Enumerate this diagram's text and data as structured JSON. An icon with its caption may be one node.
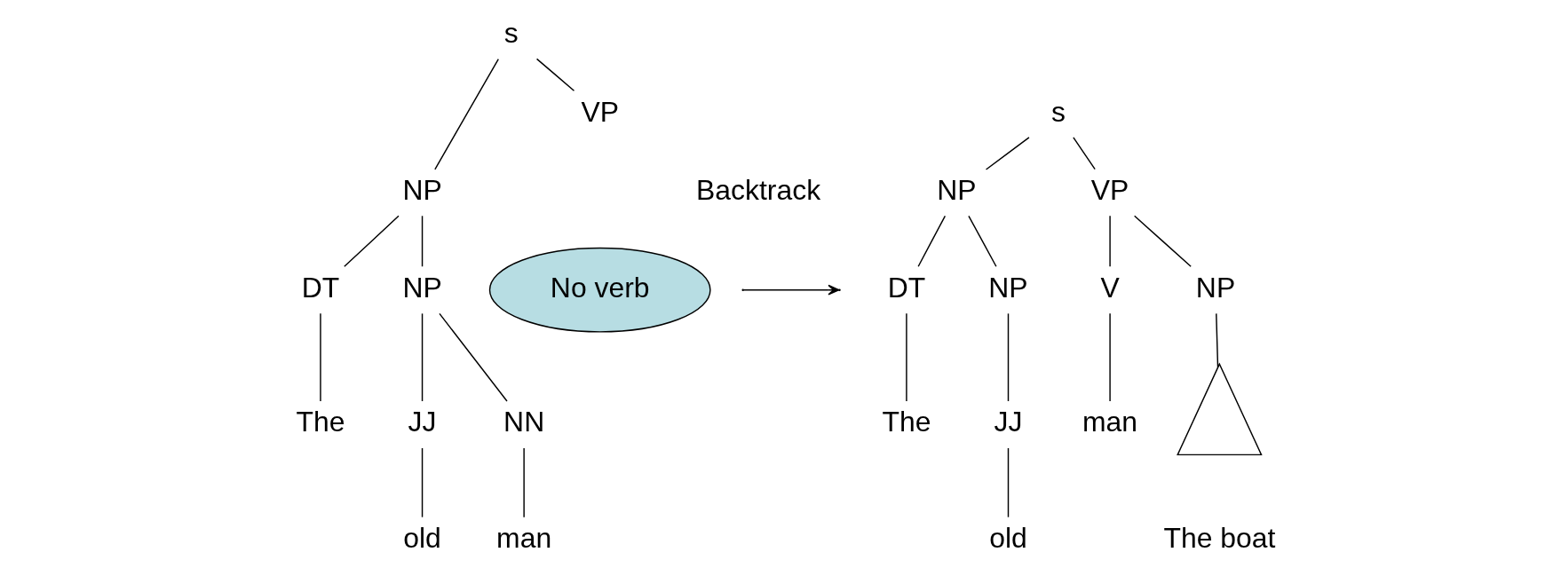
{
  "diagram": {
    "nodes": [
      {
        "text": [
          "s"
        ]
      },
      {
        "text": [
          "NP"
        ]
      },
      {
        "text": [
          "VP"
        ]
      },
      {
        "text": [
          "DT"
        ]
      },
      {
        "text": [
          "NP"
        ]
      },
      {
        "text": [
          "The"
        ]
      },
      {
        "text": [
          "JJ"
        ]
      },
      {
        "text": [
          "NN"
        ]
      },
      {
        "text": [
          "old"
        ]
      },
      {
        "text": [
          "man"
        ]
      },
      {
        "text": [
          "No verb"
        ]
      },
      {
        "text": [
          "s"
        ]
      },
      {
        "text": [
          "NP"
        ]
      },
      {
        "text": [
          "VP"
        ]
      },
      {
        "text": [
          "DT"
        ]
      },
      {
        "text": [
          "NP"
        ]
      },
      {
        "text": [
          "V"
        ]
      },
      {
        "text": [
          "NP"
        ]
      },
      {
        "text": [
          "The"
        ]
      },
      {
        "text": [
          "JJ"
        ]
      },
      {
        "text": [
          "man"
        ]
      },
      {
        "text": [],
        "shape": "triangle",
        "beside": [
          "The boat"
        ]
      },
      {
        "text": [
          "old"
        ]
      }
    ],
    "edges": [
      {
        "from": 0,
        "to": 1,
        "arrow": "none"
      },
      {
        "from": 0,
        "to": 2,
        "arrow": "none"
      },
      {
        "from": 1,
        "to": 3,
        "arrow": "none"
      },
      {
        "from": 1,
        "to": 4,
        "arrow": "none"
      },
      {
        "from": 3,
        "to": 5,
        "arrow": "none"
      },
      {
        "from": 4,
        "to": 6,
        "arrow": "none"
      },
      {
        "from": 4,
        "to": 7,
        "arrow": "none"
      },
      {
        "from": 6,
        "to": 8,
        "arrow": "none"
      },
      {
        "from": 7,
        "to": 9,
        "arrow": "none"
      },
      {
        "from": 11,
        "to": 12,
        "arrow": "none"
      },
      {
        "from": 11,
        "to": 13,
        "arrow": "none"
      },
      {
        "from": 12,
        "to": 14,
        "arrow": "none"
      },
      {
        "from": 12,
        "to": 15,
        "arrow": "none"
      },
      {
        "from": 13,
        "to": 16,
        "arrow": "none"
      },
      {
        "from": 13,
        "to": 17,
        "arrow": "none"
      },
      {
        "from": 14,
        "to": 18,
        "arrow": "none"
      },
      {
        "from": 15,
        "to": 19,
        "arrow": "none"
      },
      {
        "from": 16,
        "to": 20,
        "arrow": "none"
      },
      {
        "from": 17,
        "to": 21,
        "arrow": "none"
      },
      {
        "from": 19,
        "to": 22,
        "arrow": "none"
      }
    ],
    "labels": [
      "Backtrack"
    ]
  }
}
